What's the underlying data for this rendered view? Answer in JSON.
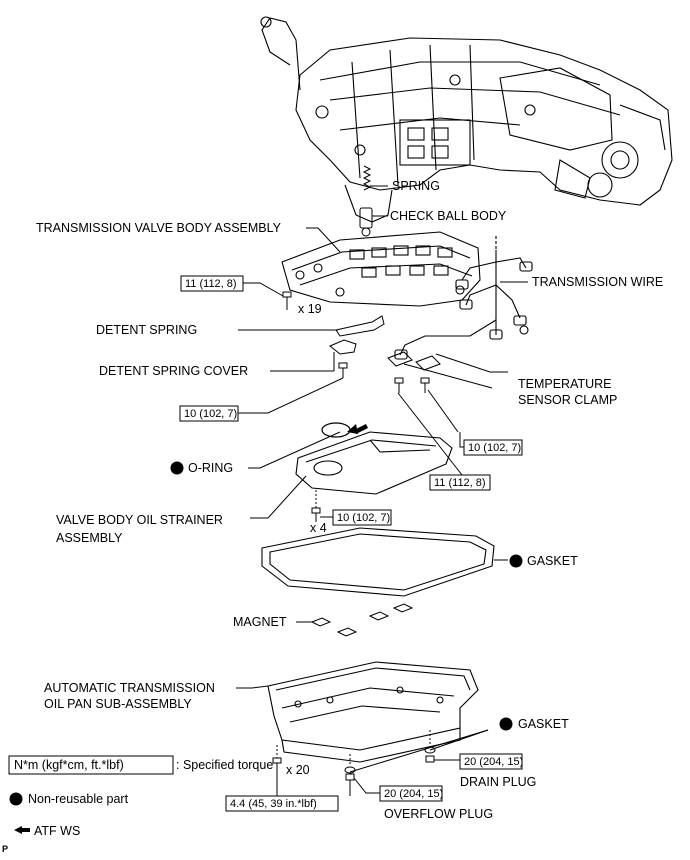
{
  "labels": {
    "spring": "SPRING",
    "check_ball_body": "CHECK BALL BODY",
    "valve_body_assembly": "TRANSMISSION VALVE BODY ASSEMBLY",
    "transmission_wire": "TRANSMISSION WIRE",
    "detent_spring": "DETENT SPRING",
    "detent_spring_cover": "DETENT SPRING COVER",
    "temp_sensor_clamp_1": "TEMPERATURE",
    "temp_sensor_clamp_2": "SENSOR CLAMP",
    "o_ring": "O-RING",
    "strainer_1": "VALVE BODY OIL STRAINER",
    "strainer_2": "ASSEMBLY",
    "gasket_top": "GASKET",
    "magnet": "MAGNET",
    "oil_pan_1": "AUTOMATIC TRANSMISSION",
    "oil_pan_2": "OIL PAN SUB-ASSEMBLY",
    "gasket_bottom": "GASKET",
    "drain_plug": "DRAIN PLUG",
    "overflow_plug": "OVERFLOW PLUG"
  },
  "torques": {
    "valve_body_bolts": "11 (112, 8)",
    "detent_cover_bolt": "10 (102, 7)",
    "clamp_bolt_right": "10 (102, 7)",
    "clamp_bolt_left": "11 (112, 8)",
    "strainer_bolts": "10 (102, 7)",
    "oil_pan_bolts": "4.4 (45, 39 in.*lbf)",
    "overflow_plug": "20 (204, 15)",
    "drain_plug": "20 (204, 15)"
  },
  "quantities": {
    "valve_body_bolts": "x 19",
    "strainer_bolts": "x 4",
    "oil_pan_bolts": "x 20"
  },
  "legend": {
    "torque_box": "N*m (kgf*cm, ft.*lbf)",
    "torque_desc": ": Specified torque",
    "non_reusable": "Non-reusable part",
    "atf": "ATF WS"
  },
  "footer_code": "P"
}
